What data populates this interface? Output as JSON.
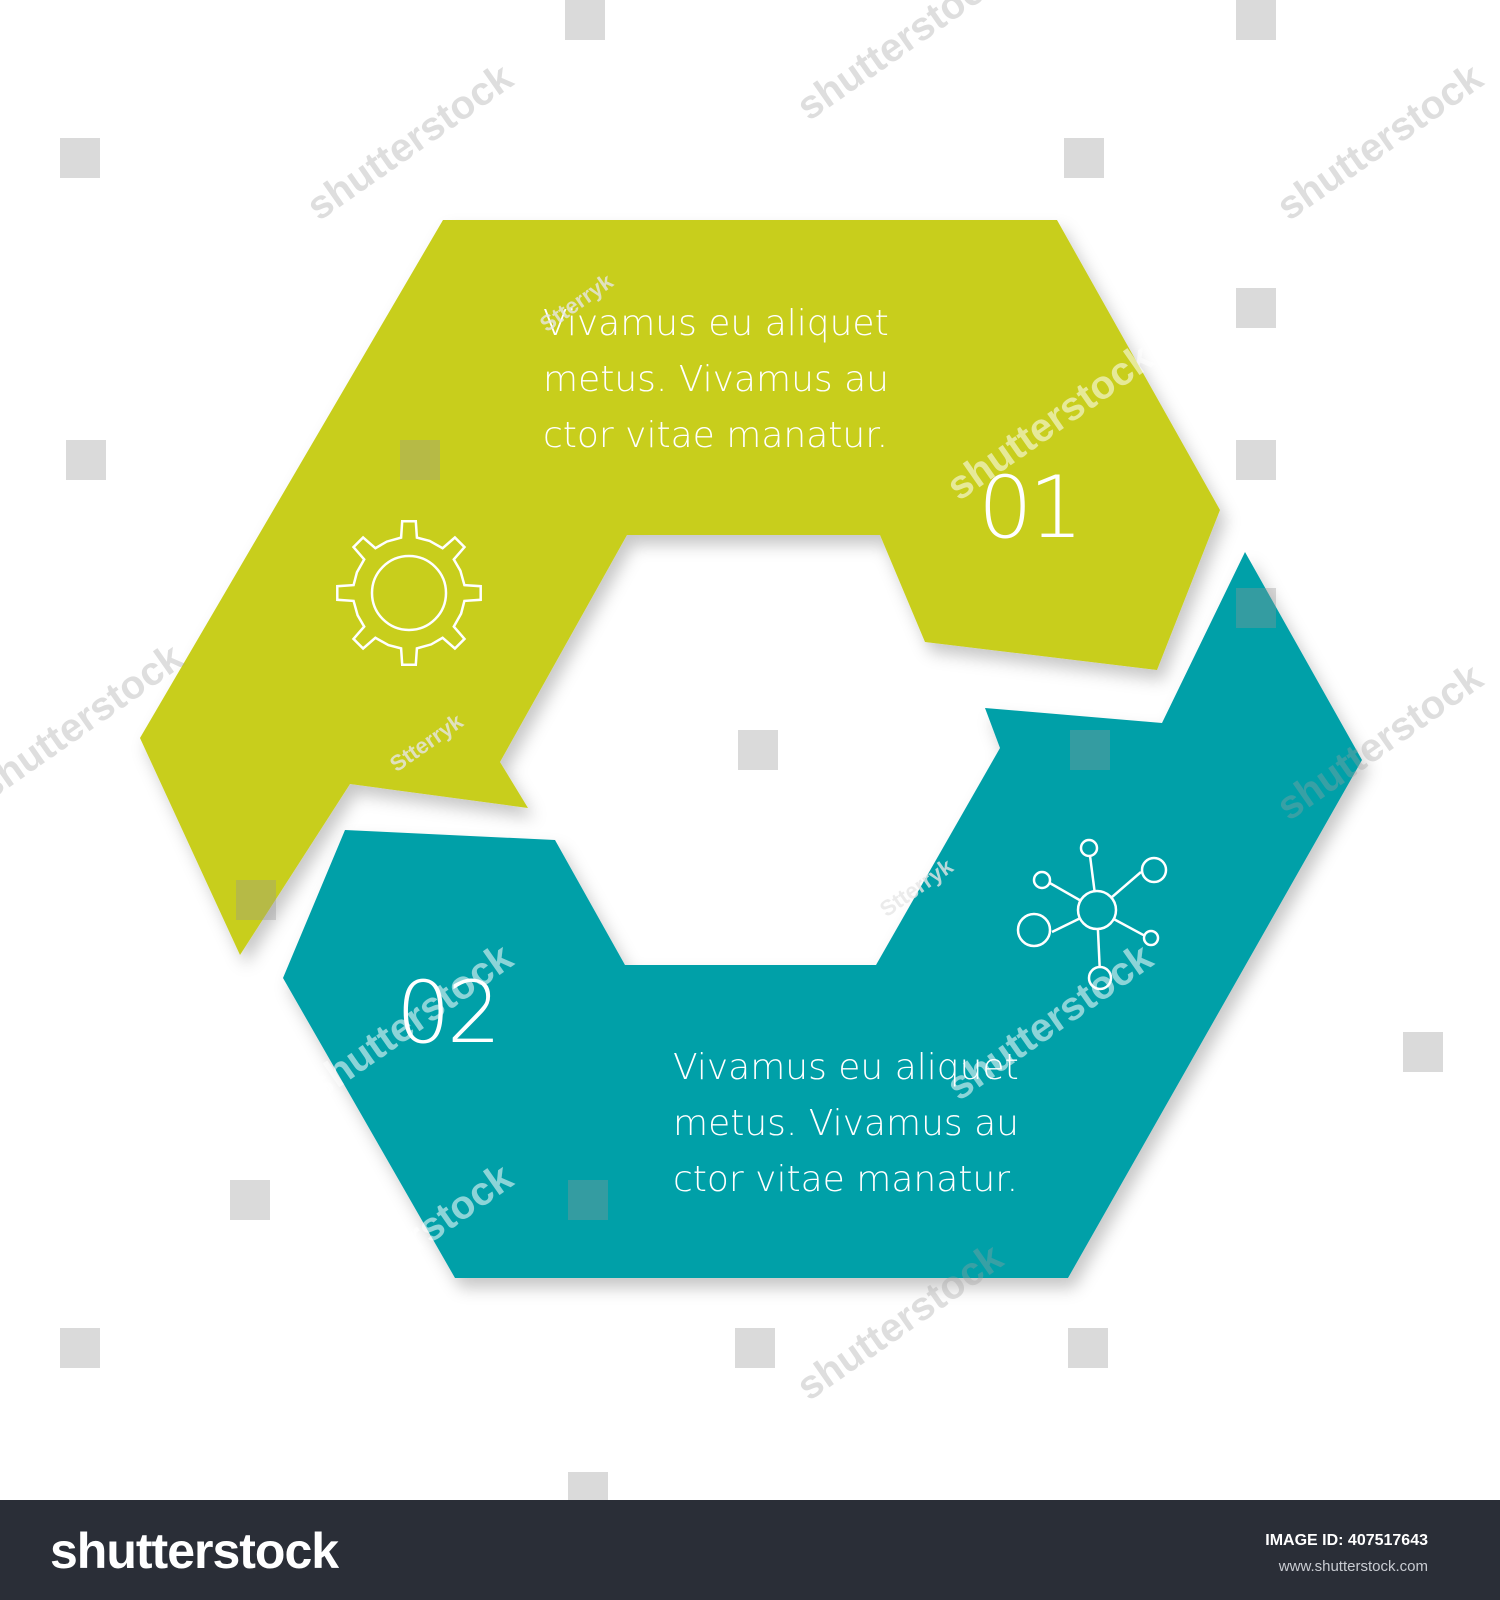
{
  "diagram": {
    "segment_1": {
      "color": "#c8ce1a",
      "text_lines": [
        "Vivamus eu aliquet",
        "metus. Vivamus au",
        "ctor vitae manatur."
      ],
      "number": "01",
      "icon": "gear-icon"
    },
    "segment_2": {
      "color": "#00a0a8",
      "text_lines": [
        "Vivamus eu aliquet",
        "metus. Vivamus au",
        "ctor vitae manatur."
      ],
      "number": "02",
      "icon": "network-icon"
    }
  },
  "watermark": {
    "brand": "shutterstock",
    "author": "Stterryk"
  },
  "footer": {
    "logo": "shutterstock",
    "image_id_label": "IMAGE ID: 407517643",
    "url": "www.shutterstock.com"
  }
}
